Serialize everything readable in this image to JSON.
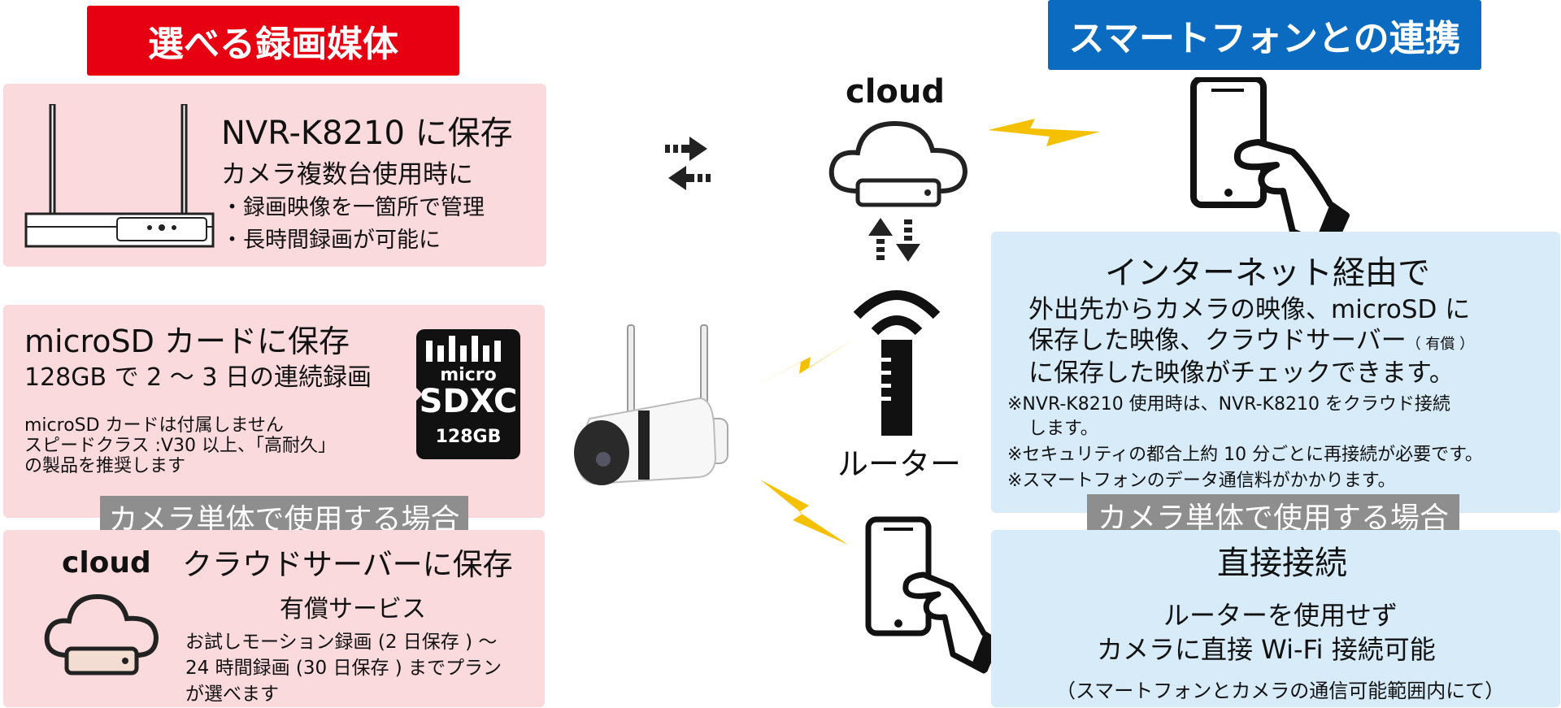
{
  "headers": {
    "recording_media": "選べる録画媒体",
    "smartphone": "スマートフォンとの連携"
  },
  "nvr": {
    "title": "NVR-K8210 に保存",
    "subtitle": "カメラ複数台使用時に",
    "bullets": [
      "・録画映像を一箇所で管理",
      "・長時間録画が可能に"
    ]
  },
  "microsd": {
    "title": "microSD カードに保存",
    "subtitle": "128GB で 2 ～ 3 日の連続録画",
    "notes": [
      "microSD カードは付属しません",
      "スピードクラス :V30 以上、「高耐久」",
      "の製品を推奨します"
    ],
    "card": {
      "line1": "micro",
      "line2": "SDXC",
      "line3": "128GB"
    }
  },
  "standalone_label": "カメラ単体で使用する場合",
  "cloud_section": {
    "logo": "cloud",
    "title": "クラウドサーバーに保存",
    "subtitle": "有償サービス",
    "desc": [
      "お試しモーション録画 (2 日保存 ) ～",
      "24 時間録画 (30 日保存 ) までプラン",
      "が選べます"
    ]
  },
  "center": {
    "cloud_label": "cloud",
    "router_label": "ルーター"
  },
  "internet": {
    "title": "インターネット経由で",
    "lines": [
      "外出先からカメラの映像、microSD に",
      "保存した映像、クラウドサーバー",
      "に保存した映像がチェックできます。"
    ],
    "paid_note": "（ 有償 ）",
    "notes": [
      "※NVR-K8210 使用時は、NVR-K8210 をクラウド接続",
      "します。",
      "※セキュリティの都合上約 10 分ごとに再接続が必要です。",
      "※スマートフォンのデータ通信料がかかります。"
    ]
  },
  "direct": {
    "title": "直接接続",
    "line1": "ルーターを使用せず",
    "line2": "カメラに直接 Wi-Fi 接続可能",
    "note": "（スマートフォンとカメラの通信可能範囲内にて）"
  },
  "colors": {
    "red": "#e60012",
    "blue": "#0a6bc0",
    "pink": "#fadadd",
    "lightblue": "#d7ebf8",
    "bolt": "#f5c000"
  }
}
